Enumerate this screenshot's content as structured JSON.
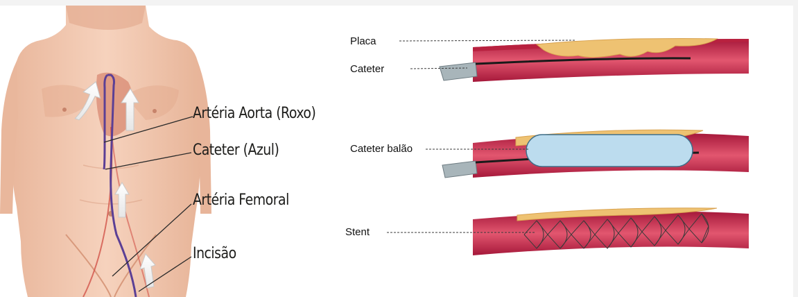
{
  "body_figure": {
    "labels": {
      "aorta": "Artéria Aorta (Roxo)",
      "catheter": "Cateter (Azul)",
      "femoral": "Artéria Femoral",
      "incision": "Incisão"
    }
  },
  "vessel_panels": {
    "labels": {
      "plaque": "Placa",
      "catheter": "Cateter",
      "balloon_catheter": "Cateter balão",
      "stent": "Stent"
    }
  },
  "colors": {
    "skin": "#f0c2a6",
    "artery_wall": "#c8284a",
    "artery_lumen": "#e97f98",
    "plaque": "#eec272",
    "balloon": "#bcdcee",
    "catheter_sheath": "#9fb0b6",
    "catheter_line": "#6a4aa0"
  }
}
